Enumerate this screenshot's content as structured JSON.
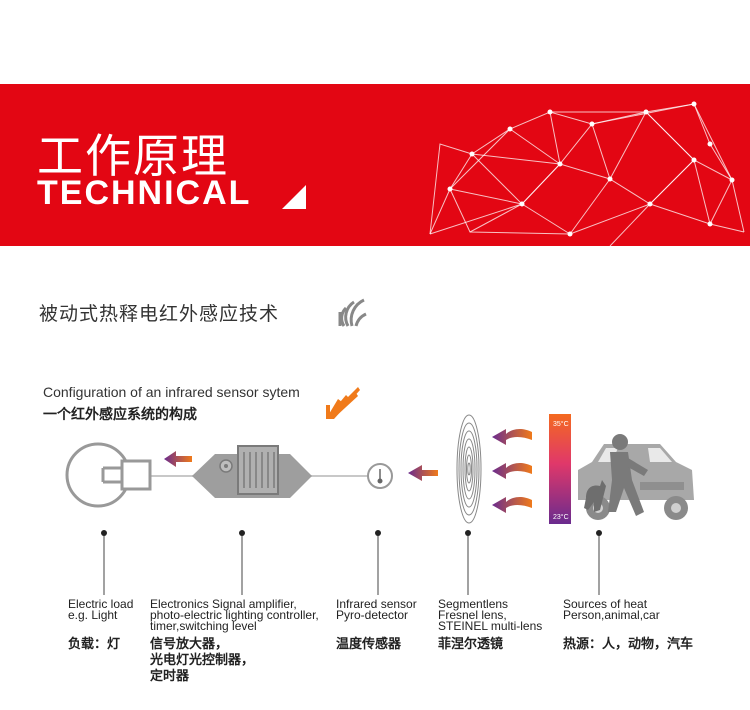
{
  "banner": {
    "title_zh": "工作原理",
    "title_en": "TECHNICAL",
    "background_color": "#e30613"
  },
  "section": {
    "title": "被动式热释电红外感应技术",
    "icon": "sensor-waves-icon"
  },
  "config": {
    "title_en": "Configuration of an infrared sensor sytem",
    "title_zh": "一个红外感应系统的构成",
    "icon": "orange-waves-icon"
  },
  "heat_scale": {
    "top_label": "35°C",
    "bottom_label": "23°C"
  },
  "components": [
    {
      "en": [
        "Electric load",
        "e.g. Light"
      ],
      "zh": [
        "负载：灯"
      ],
      "icon": "light-bulb-icon"
    },
    {
      "en": [
        "Electronics Signal amplifier,",
        "photo-electric lighting controller,",
        "timer,switching level"
      ],
      "zh": [
        "信号放大器，",
        "光电灯光控制器，",
        "定时器"
      ],
      "icon": "controller-circuit-icon"
    },
    {
      "en": [
        "Infrared sensor",
        "Pyro-detector"
      ],
      "zh": [
        "温度传感器"
      ],
      "icon": "thermometer-icon"
    },
    {
      "en": [
        "Segmentlens",
        "Fresnel lens,",
        "STEINEL multi-lens"
      ],
      "zh": [
        "菲涅尔透镜"
      ],
      "icon": "fresnel-lens-icon"
    },
    {
      "en": [
        "Sources of heat",
        "Person,animal,car"
      ],
      "zh": [
        "热源：人，动物，汽车"
      ],
      "icon": "heat-sources-icon"
    }
  ],
  "colors": {
    "accent_red": "#e30613",
    "arrow_orange": "#f07a1a",
    "arrow_purple": "#6a2b8e",
    "grey_component": "#9e9e9e"
  }
}
